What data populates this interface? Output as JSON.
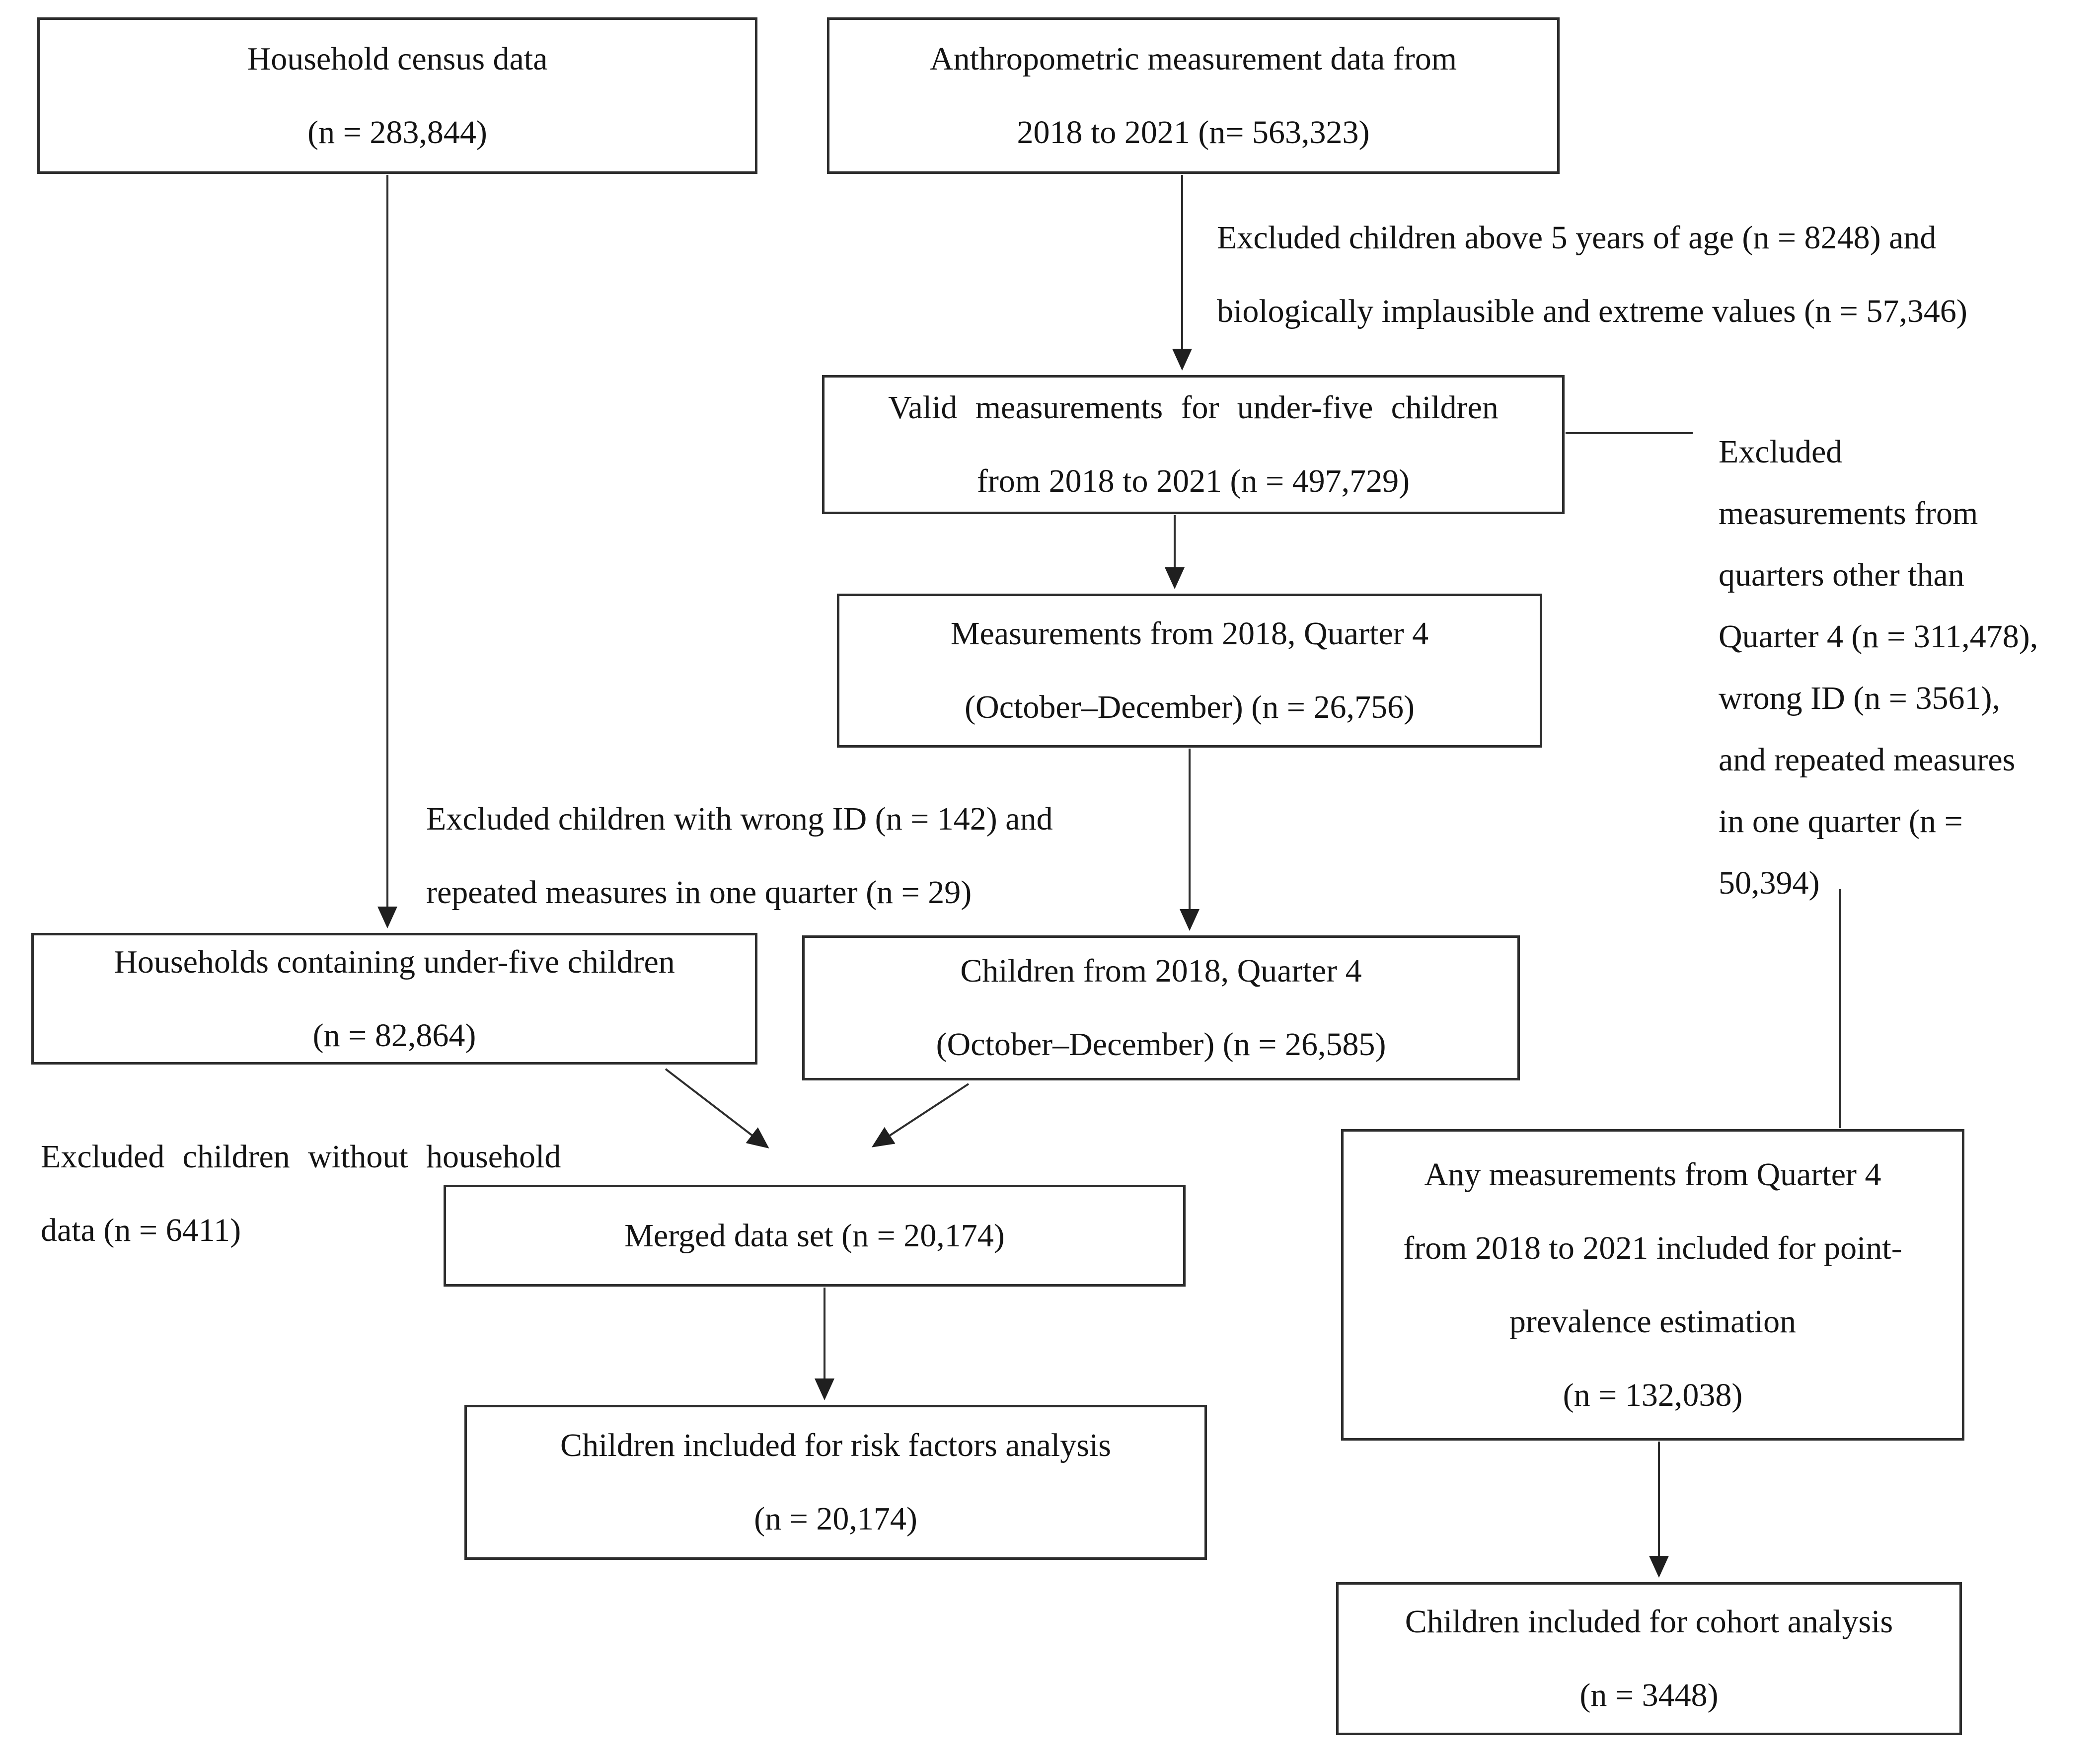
{
  "page": {
    "background": "#ffffff",
    "ink": "#2d2d2d"
  },
  "boxes": {
    "household_census": {
      "lines": [
        "Household census data",
        "(n = 283,844)"
      ]
    },
    "anthropometric": {
      "lines": [
        "Anthropometric measurement data from",
        "2018 to 2021 (n= 563,323)"
      ]
    },
    "valid_measurements": {
      "lines": [
        "Valid measurements for under-five children",
        "from 2018 to 2021 (n = 497,729)"
      ]
    },
    "measurements_2018_q4": {
      "lines": [
        "Measurements from 2018, Quarter 4",
        "(October–December) (n = 26,756)"
      ]
    },
    "households_under_five": {
      "lines": [
        "Households containing under-five children",
        "(n = 82,864)"
      ]
    },
    "children_2018_q4": {
      "lines": [
        "Children from 2018, Quarter 4",
        "(October–December) (n = 26,585)"
      ]
    },
    "merged_data_set": {
      "lines": [
        "Merged data set (n = 20,174)"
      ]
    },
    "risk_factors_analysis": {
      "lines": [
        "Children included for risk factors analysis",
        "(n = 20,174)"
      ]
    },
    "point_prevalence": {
      "lines": [
        "Any measurements from Quarter 4",
        "from 2018 to 2021 included for point-",
        "prevalence estimation",
        "(n = 132,038)"
      ]
    },
    "cohort_analysis": {
      "lines": [
        "Children included for cohort analysis",
        "(n = 3448)"
      ]
    }
  },
  "annotations": {
    "excluded_above_five": {
      "lines": [
        "Excluded children above 5 years of age (n = 8248) and",
        "biologically implausible and extreme values (n = 57,346)"
      ]
    },
    "excluded_other_quarters": {
      "lines": [
        "Excluded",
        "measurements from",
        "quarters other than",
        "Quarter 4 (n = 311,478),",
        "wrong ID (n = 3561),",
        "and repeated measures",
        "in one quarter (n =",
        "50,394)"
      ]
    },
    "excluded_wrong_id": {
      "lines": [
        "Excluded children with wrong ID (n = 142) and",
        "repeated measures in one quarter (n = 29)"
      ]
    },
    "excluded_no_household": {
      "lines": [
        "Excluded children without household",
        "data (n = 6411)"
      ]
    }
  }
}
